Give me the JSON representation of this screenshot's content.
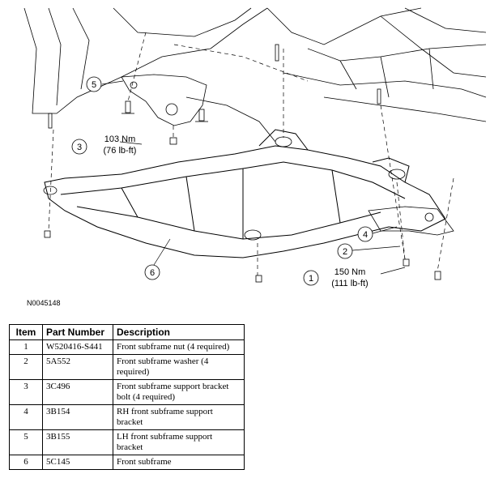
{
  "figure": {
    "id": "N0045148",
    "callouts": [
      {
        "number": "1",
        "torque_nm": "150 Nm",
        "torque_lbft": "(111 lb-ft)"
      },
      {
        "number": "2"
      },
      {
        "number": "3",
        "torque_nm": "103 Nm",
        "torque_lbft": "(76 lb-ft)"
      },
      {
        "number": "4"
      },
      {
        "number": "5"
      },
      {
        "number": "6"
      }
    ]
  },
  "table": {
    "headers": [
      "Item",
      "Part Number",
      "Description"
    ],
    "rows": [
      {
        "item": "1",
        "part": "W520416-S441",
        "desc": "Front subframe nut (4 required)"
      },
      {
        "item": "2",
        "part": "5A552",
        "desc": "Front subframe washer (4 required)"
      },
      {
        "item": "3",
        "part": "3C496",
        "desc": "Front subframe support bracket bolt (4 required)"
      },
      {
        "item": "4",
        "part": "3B154",
        "desc": "RH front subframe support bracket"
      },
      {
        "item": "5",
        "part": "3B155",
        "desc": "LH front subframe support bracket"
      },
      {
        "item": "6",
        "part": "5C145",
        "desc": "Front subframe"
      }
    ]
  }
}
